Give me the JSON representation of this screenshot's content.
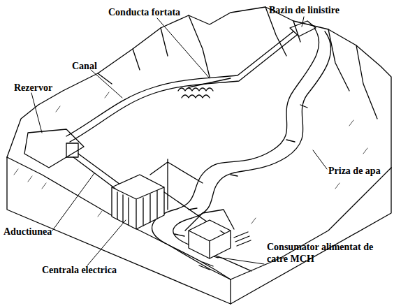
{
  "diagram": {
    "labels": [
      "Conducta fortata",
      "Bazin de linistire",
      "Canal",
      "Rezervor",
      "Priza de apa",
      "Aductiunea",
      "Centrala electrica",
      "Consumator alimentat de catre MCH"
    ]
  }
}
